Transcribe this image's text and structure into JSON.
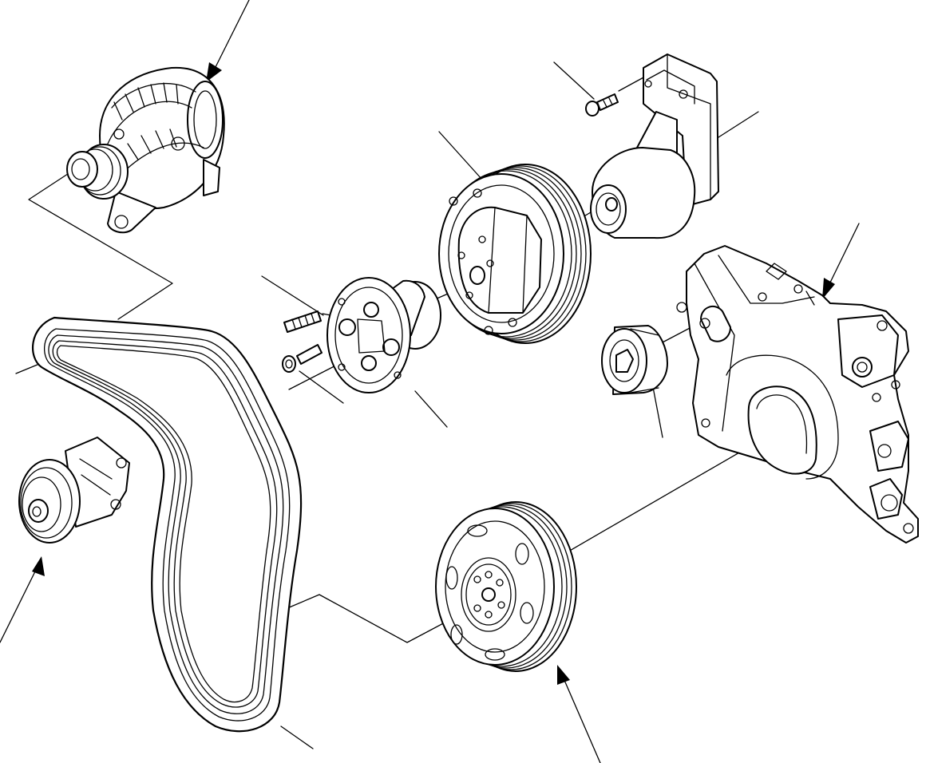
{
  "diagram": {
    "type": "exploded-parts-view",
    "line_color": "#000000",
    "background_color": "#ffffff",
    "parts": [
      {
        "id": "alternator",
        "icon": "alternator-icon"
      },
      {
        "id": "tensioner-pulley",
        "icon": "pulley-icon"
      },
      {
        "id": "poly-v-belt",
        "icon": "belt-icon"
      },
      {
        "id": "stud-bolt",
        "icon": "stud-icon"
      },
      {
        "id": "cap-screw",
        "icon": "bolt-icon"
      },
      {
        "id": "fan-hub-flange",
        "icon": "flange-icon"
      },
      {
        "id": "fan-drive-pulley",
        "icon": "pulley-icon"
      },
      {
        "id": "bracket-screw",
        "icon": "bolt-icon"
      },
      {
        "id": "fan-drive-bracket",
        "icon": "bracket-icon"
      },
      {
        "id": "idler-pulley",
        "icon": "pulley-icon"
      },
      {
        "id": "front-cover",
        "icon": "housing-icon"
      },
      {
        "id": "crankshaft-pulley",
        "icon": "pulley-icon"
      }
    ]
  }
}
